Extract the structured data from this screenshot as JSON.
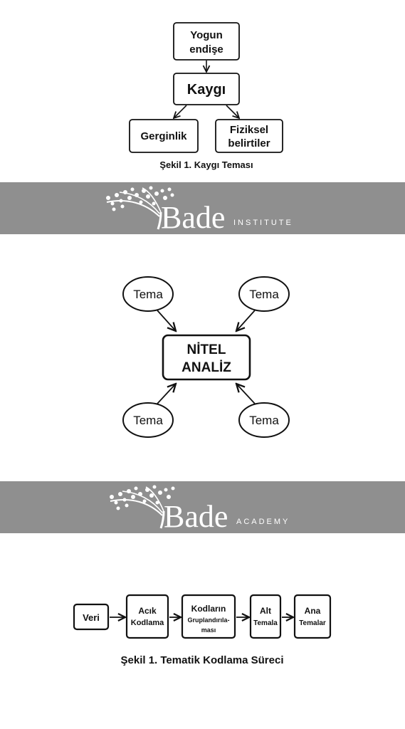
{
  "figure1": {
    "nodes": {
      "yogun_line1": "Yogun",
      "yogun_line2": "endişe",
      "kaygi": "Kaygı",
      "gerginlik": "Gerginlik",
      "fiziksel_line1": "Fiziksel",
      "fiziksel_line2": "belirtiler"
    },
    "caption": "Şekil 1. Kaygı Teması"
  },
  "banner1": {
    "brand": "Bade",
    "suffix": "INSTITUTE"
  },
  "figure2": {
    "center_line1": "NİTEL",
    "center_line2": "ANALİZ",
    "tema": [
      "Tema",
      "Tema",
      "Tema",
      "Tema"
    ]
  },
  "banner2": {
    "brand": "Bade",
    "suffix": "ACADEMY"
  },
  "figure3": {
    "steps": [
      {
        "line1": "Veri",
        "line2": "",
        "line3": ""
      },
      {
        "line1": "Acık",
        "line2": "Kodlama",
        "line3": ""
      },
      {
        "line1": "Kodların",
        "line2": "Gruplandırıla-",
        "line3": "ması"
      },
      {
        "line1": "Alt",
        "line2": "Temala",
        "line3": ""
      },
      {
        "line1": "Ana",
        "line2": "Temalar",
        "line3": ""
      }
    ],
    "caption": "Şekil 1. Tematik Kodlama Süreci"
  },
  "colors": {
    "banner": "#8f8f8f",
    "ink": "#111111",
    "white": "#ffffff"
  }
}
